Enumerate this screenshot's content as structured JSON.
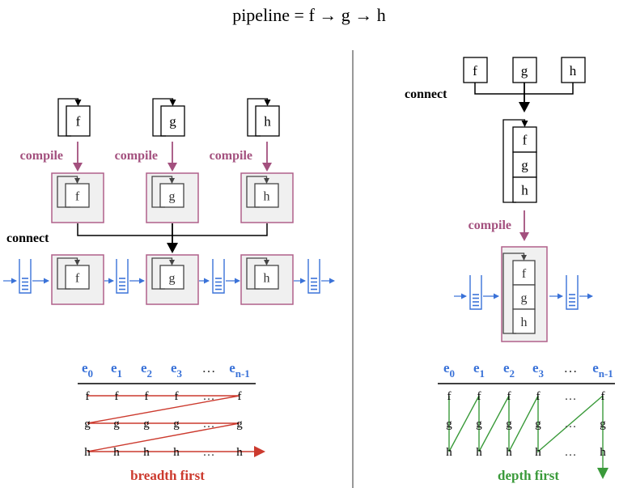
{
  "title": "pipeline = f → g → h",
  "labels": {
    "compile": "compile",
    "connect": "connect",
    "breadth_first": "breadth first",
    "depth_first": "depth first",
    "f": "f",
    "g": "g",
    "h": "h",
    "ellipsis": "…"
  },
  "events": [
    {
      "base": "e",
      "sub": "0"
    },
    {
      "base": "e",
      "sub": "1"
    },
    {
      "base": "e",
      "sub": "2"
    },
    {
      "base": "e",
      "sub": "3"
    },
    {
      "base": "",
      "sub": "…"
    },
    {
      "base": "e",
      "sub": "n-1"
    }
  ],
  "colors": {
    "compile": "#a3507e",
    "compile_box": "#b0618a",
    "queue": "#3a72d8",
    "event": "#3a72d8",
    "breadth": "#cc3a2e",
    "depth": "#3a9a3a",
    "box_fill": "#f0f0f0",
    "stroke": "#000000"
  }
}
